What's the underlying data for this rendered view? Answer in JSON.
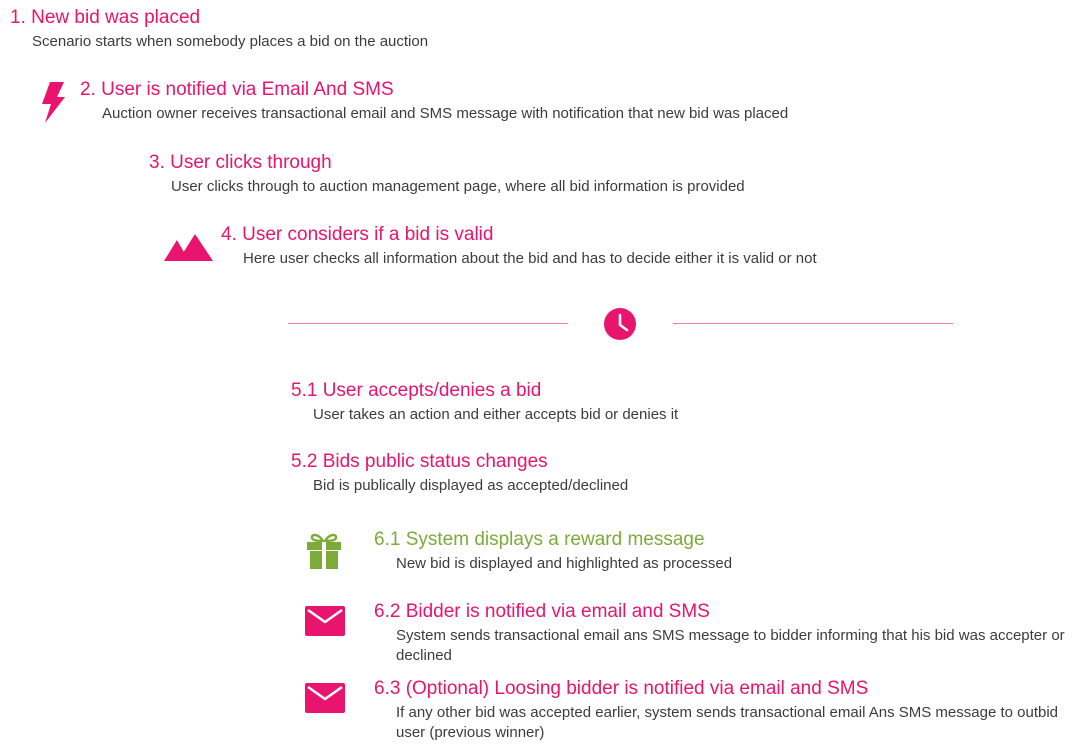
{
  "steps": [
    {
      "title": "1. New bid was placed",
      "desc": "Scenario starts when somebody places a bid on the auction"
    },
    {
      "title": "2. User is notified via Email And SMS",
      "desc": "Auction owner receives transactional email and SMS message with notification that new bid was placed"
    },
    {
      "title": "3. User clicks through",
      "desc": "User clicks through to auction management page, where all bid information is provided"
    },
    {
      "title": "4. User considers if a bid is valid",
      "desc": "Here user checks all information about the bid and has to decide either it is valid or not"
    },
    {
      "title": "5.1 User accepts/denies a bid",
      "desc": "User takes an action and either accepts bid or denies it"
    },
    {
      "title": "5.2 Bids public status changes",
      "desc": "Bid is publically displayed as accepted/declined"
    },
    {
      "title": "6.1 System displays a reward message",
      "desc": "New bid is displayed and highlighted as processed"
    },
    {
      "title": "6.2 Bidder is notified via email and SMS",
      "desc": "System sends transactional email  ans SMS message to bidder informing that his bid was accepter or declined"
    },
    {
      "title": "6.3 (Optional) Loosing bidder is notified via email and SMS",
      "desc": "If any other bid was accepted earlier, system sends transactional email Ans SMS message to outbid user (previous winner)"
    }
  ],
  "icons": {
    "step2": "lightning-bolt-icon",
    "step4": "mountains-icon",
    "divider": "clock-icon",
    "step6_1": "gift-icon",
    "step6_2": "envelope-icon",
    "step6_3": "envelope-icon"
  },
  "colors": {
    "accent": "#e8146e",
    "green": "#7cab3a",
    "text": "#3c3c3c"
  }
}
